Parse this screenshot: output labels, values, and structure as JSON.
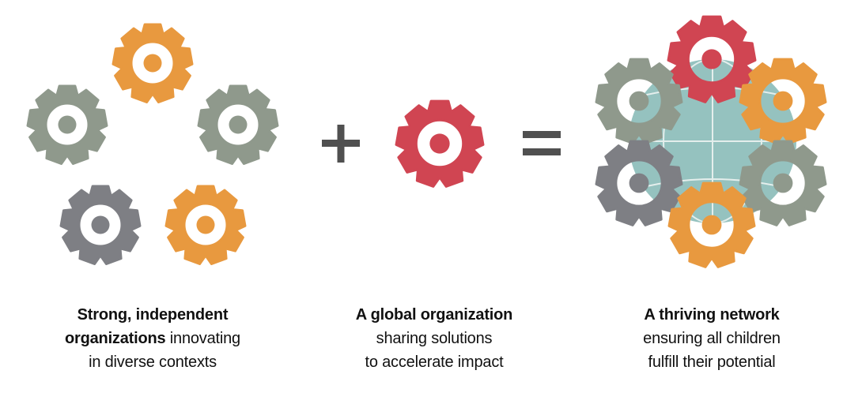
{
  "colors": {
    "orange": "#e8993f",
    "sage": "#8f998c",
    "slate": "#7e7f84",
    "red": "#d04552",
    "globe": "#95c2bf",
    "globe_lines": "#e4eeec",
    "operator": "#505050",
    "text": "#111111"
  },
  "diagram": {
    "operators": [
      "plus",
      "equals"
    ],
    "groups": [
      {
        "name": "independent-organizations",
        "gears": [
          "orange",
          "sage",
          "sage",
          "slate",
          "orange"
        ]
      },
      {
        "name": "global-organization",
        "gears": [
          "red"
        ]
      },
      {
        "name": "thriving-network",
        "gears": [
          "red",
          "sage",
          "orange",
          "slate",
          "sage",
          "orange"
        ],
        "background": "globe-icon"
      }
    ]
  },
  "captions": {
    "left": {
      "line1_bold": "Strong, independent",
      "line2_bold": "organizations",
      "line2_rest": " innovating",
      "line3": "in diverse contexts"
    },
    "middle": {
      "line1_bold": "A global organization",
      "line2": "sharing solutions",
      "line3": "to accelerate impact"
    },
    "right": {
      "line1_bold": "A thriving network",
      "line2": "ensuring all children",
      "line3": "fulfill their potential"
    }
  }
}
